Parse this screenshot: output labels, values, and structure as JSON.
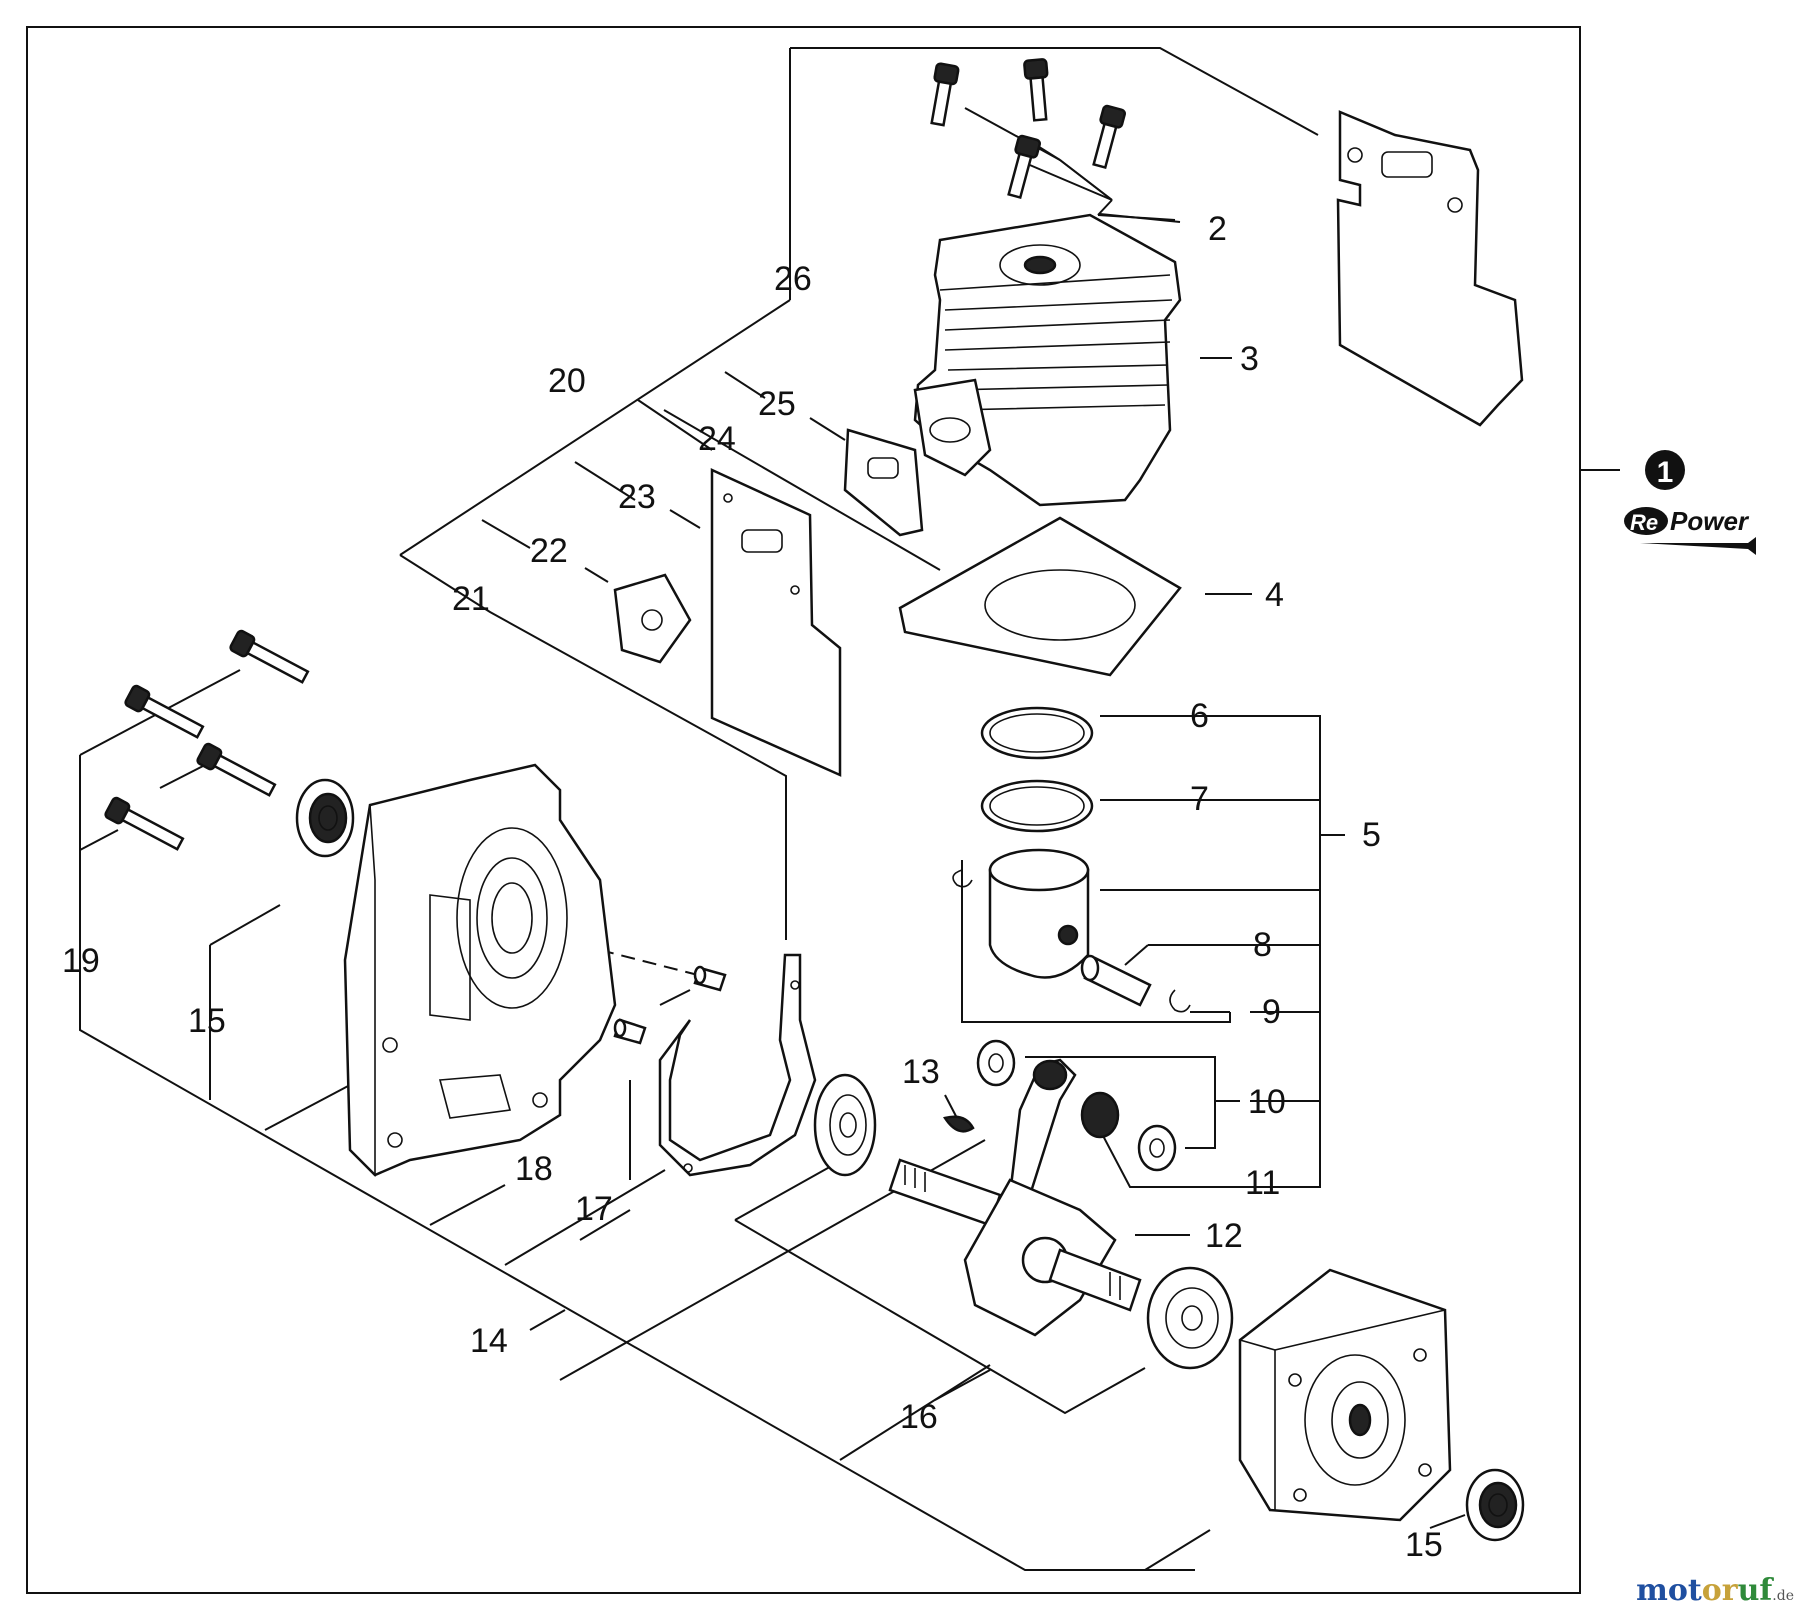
{
  "callouts": {
    "c1": "1",
    "c2": "2",
    "c3": "3",
    "c4": "4",
    "c5": "5",
    "c6": "6",
    "c7": "7",
    "c8": "8",
    "c9": "9",
    "c10": "10",
    "c11": "11",
    "c12": "12",
    "c13": "13",
    "c14": "14",
    "c15a": "15",
    "c15b": "15",
    "c16": "16",
    "c17": "17",
    "c18": "18",
    "c19": "19",
    "c20": "20",
    "c21": "21",
    "c22": "22",
    "c23": "23",
    "c24": "24",
    "c25": "25",
    "c26": "26"
  },
  "repower_logo": {
    "prefix": "Re",
    "text": "Power"
  },
  "watermark": {
    "part1": "mot",
    "part2": "or",
    "part3": "uf",
    "tld": ".de"
  },
  "colors": {
    "line": "#111111",
    "watermark_blue": "#1f4fa0",
    "watermark_gold": "#c7a23a",
    "watermark_green": "#2f8a3a"
  }
}
